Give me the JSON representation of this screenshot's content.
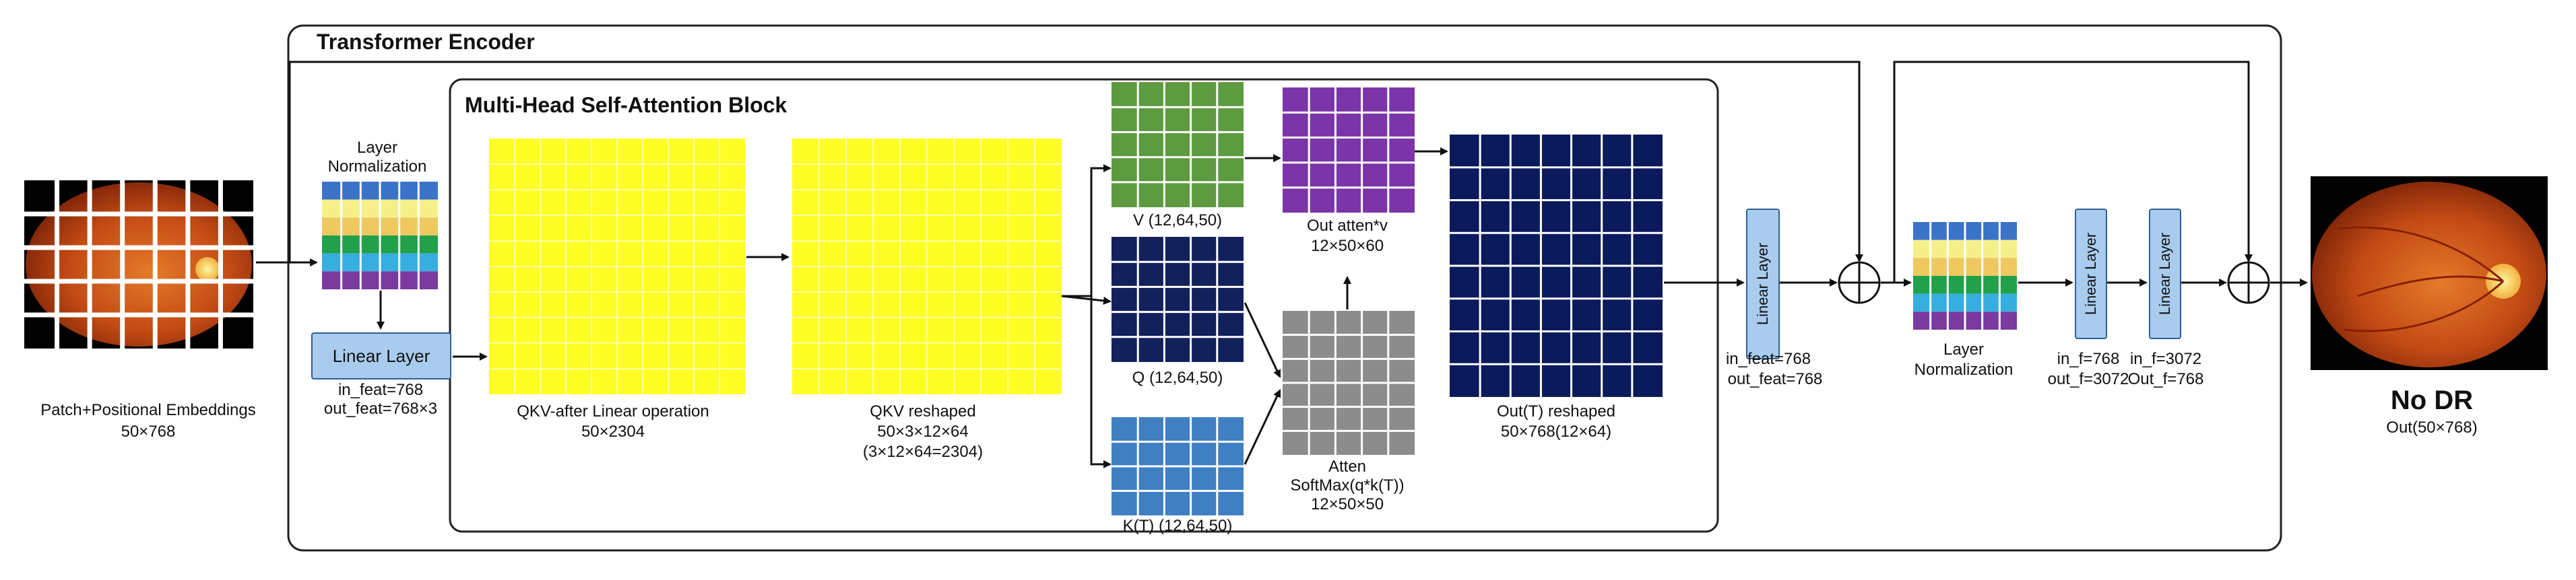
{
  "encoder": {
    "title": "Transformer Encoder"
  },
  "mhsa": {
    "title": "Multi-Head Self-Attention Block"
  },
  "input": {
    "label": "Patch+Positional Embeddings",
    "dims": "50×768"
  },
  "layer_norm_1": {
    "line1": "Layer",
    "line2": "Normalization"
  },
  "linear_1": {
    "label": "Linear Layer",
    "in_feat": "in_feat=768",
    "out_feat": "out_feat=768×3"
  },
  "qkv": {
    "label": "QKV-after Linear operation",
    "dims": "50×2304"
  },
  "qkv_reshaped": {
    "label": "QKV reshaped",
    "dims": "50×3×12×64",
    "note": "(3×12×64=2304)"
  },
  "v_grid": {
    "label": "V (12,64,50)"
  },
  "q_grid": {
    "label": "Q (12,64,50)"
  },
  "k_grid": {
    "label": "K(T) (12,64,50)"
  },
  "out_atten_v": {
    "label": "Out atten*v",
    "dims": "12×50×60"
  },
  "atten": {
    "line1": "Atten",
    "line2": "SoftMax(q*k(T))",
    "dims": "12×50×50"
  },
  "out_t": {
    "label": "Out(T) reshaped",
    "dims": "50×768(12×64)"
  },
  "linear_2": {
    "label": "Linear Layer",
    "in_feat": "in_feat=768",
    "out_feat": "out_feat=768"
  },
  "layer_norm_2": {
    "line1": "Layer",
    "line2": "Normalization"
  },
  "linear_3": {
    "label": "Linear Layer",
    "in_f": "in_f=768",
    "out_f": "out_f=3072"
  },
  "linear_4": {
    "label": "Linear Layer",
    "in_f": "in_f=3072",
    "out_f": "Out_f=768"
  },
  "output": {
    "label": "No DR",
    "dims": "Out(50×768)"
  },
  "colors": {
    "qkv_yellow": "#ffff26",
    "v_green": "#5e9a3f",
    "q_navy": "#12205c",
    "k_blue": "#3f7fc2",
    "purple": "#7b35a8",
    "gray": "#8c8c8c",
    "out_navy": "#0b1a5c",
    "linear_fill": "#a9ccee",
    "norm_stripes": [
      "#3a73c8",
      "#f5f08a",
      "#f0c860",
      "#22a04a",
      "#37aee0",
      "#7a3aa0"
    ]
  }
}
